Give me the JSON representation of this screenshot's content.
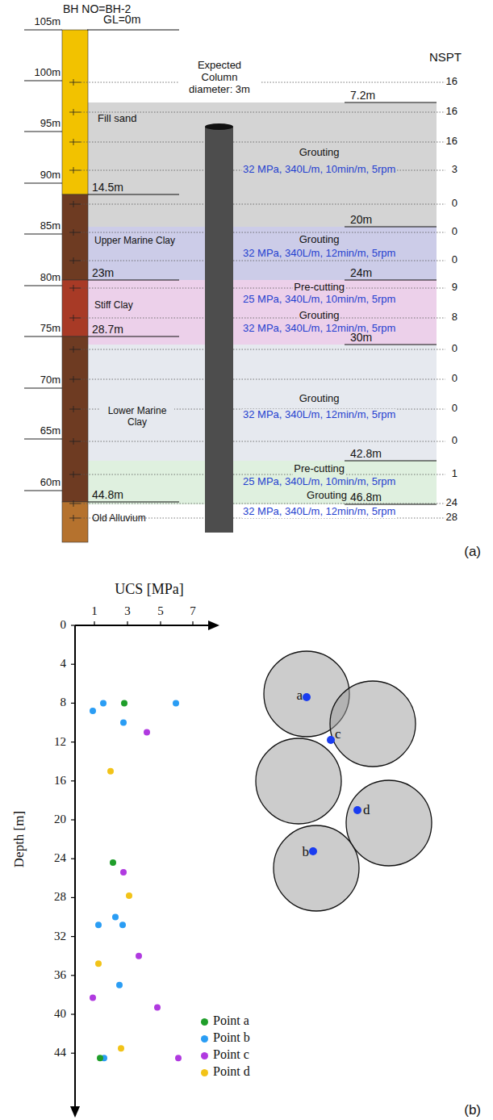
{
  "diagram": {
    "nodes": [
      {
        "text": [
          "Grouting",
          "32 MPa, 340L/m, 10min/m, 5rpm"
        ]
      },
      {
        "text": [
          "Grouting",
          "32 MPa, 340L/m, 12min/m, 5rpm"
        ]
      },
      {
        "text": [
          "Pre-cutting",
          "25 MPa, 340L/m, 10min/m, 5rpm",
          "Grouting",
          "32 MPa, 340L/m, 12min/m, 5rpm"
        ]
      },
      {
        "text": [
          "Grouting",
          "32 MPa, 340L/m, 12min/m, 5rpm"
        ]
      },
      {
        "text": [
          "Pre-cutting",
          "25 MPa, 340L/m, 10min/m, 5rpm"
        ]
      }
    ],
    "labels": [
      "BH NO=BH-2",
      "GL=0m",
      "105m",
      "100m",
      "95m",
      "90m",
      "85m",
      "80m",
      "75m",
      "70m",
      "65m",
      "60m",
      "NSPT",
      "Expected Column diameter: 3m",
      "7.2m",
      "Fill sand",
      "14.5m",
      "20m",
      "Upper Marine Clay",
      "23m",
      "24m",
      "Stiff Clay",
      "28.7m",
      "30m",
      "Lower Marine Clay",
      "42.8m",
      "44.8m",
      "46.8m",
      "Old Alluvium",
      "Grouting",
      "32 MPa, 340L/m, 12min/m, 5rpm",
      "16",
      "16",
      "16",
      "3",
      "0",
      "0",
      "0",
      "9",
      "8",
      "0",
      "0",
      "0",
      "0",
      "1",
      "24",
      "28",
      "(a)",
      "UCS [MPa]",
      "1",
      "3",
      "5",
      "7",
      "0",
      "4",
      "8",
      "12",
      "16",
      "20",
      "24",
      "28",
      "32",
      "36",
      "40",
      "44",
      "Depth [m]",
      "a",
      "c",
      "d",
      "b",
      "(b)"
    ],
    "legend": [
      {
        "text": "Point a",
        "color": "#1f9e2a"
      },
      {
        "text": "Point b",
        "color": "#2a9df4"
      },
      {
        "text": "Point c",
        "color": "#b03ae0"
      },
      {
        "text": "Point d",
        "color": "#f2c318"
      }
    ]
  }
}
